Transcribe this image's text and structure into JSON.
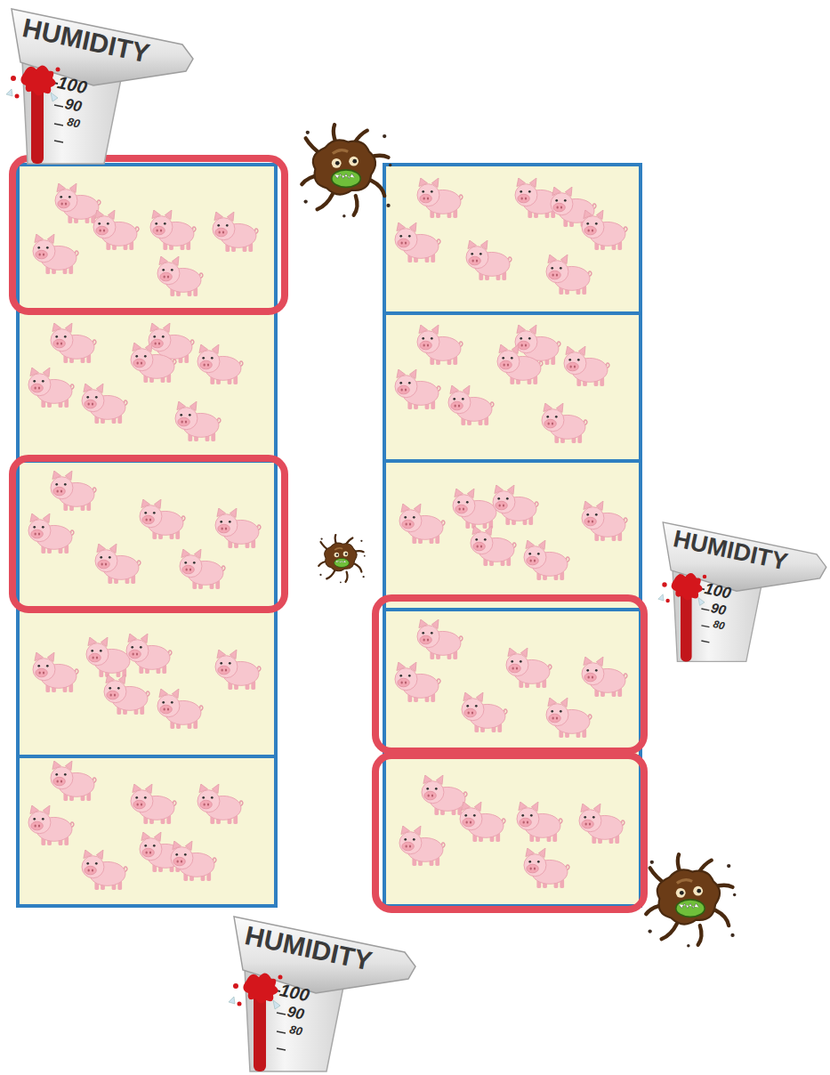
{
  "diagram": {
    "labels": [
      "HUMIDITY",
      "100",
      "90",
      "80",
      "HUMIDITY",
      "100",
      "90",
      "80",
      "HUMIDITY",
      "100",
      "90",
      "80"
    ]
  }
}
